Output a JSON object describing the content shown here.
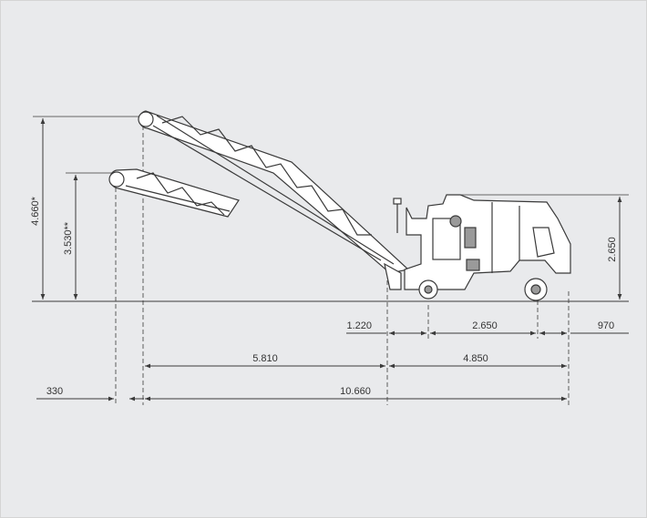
{
  "colors": {
    "background": "#e9eaec",
    "line": "#3a3a3a",
    "machine_fill": "#ffffff",
    "machine_shade": "#9a9a9a"
  },
  "dimensions": {
    "height_conveyor_high": "4.660*",
    "height_conveyor_low": "3.530**",
    "height_machine": "2.650",
    "front_overhang": "1.220",
    "wheelbase": "2.650",
    "rear_overhang": "970",
    "conveyor_reach": "5.810",
    "machine_length": "4.850",
    "conveyor_offset": "330",
    "total_length": "10.660"
  }
}
